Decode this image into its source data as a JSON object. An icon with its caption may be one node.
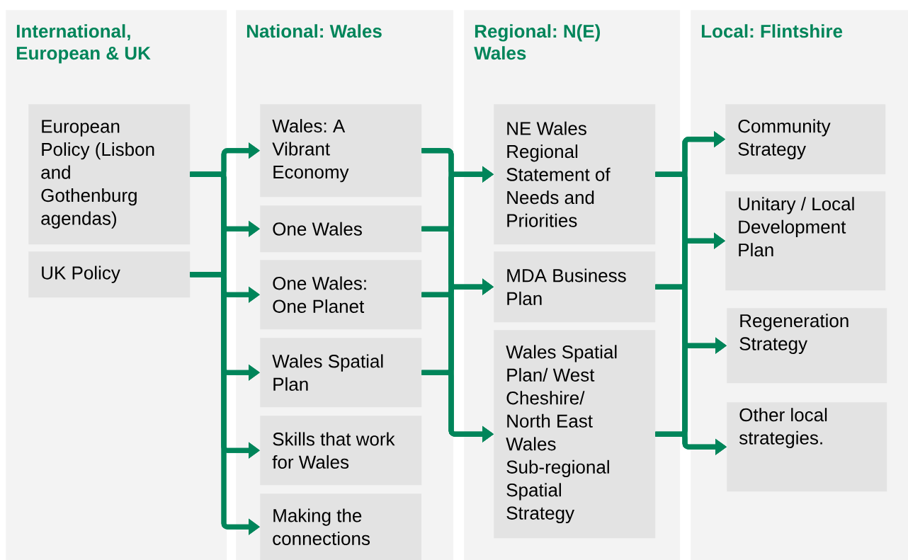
{
  "diagram": {
    "nodes": [
      {
        "text": [
          "International, European & UK"
        ]
      },
      {
        "text": [
          "European Policy (Lisbon and Gothenburg agendas)"
        ],
        "in": 0
      },
      {
        "text": [
          "UK Policy"
        ],
        "in": 0
      },
      {
        "text": [
          "National: Wales"
        ]
      },
      {
        "text": [
          "Wales: A Vibrant Economy"
        ],
        "in": 3
      },
      {
        "text": [
          "One Wales"
        ],
        "in": 3
      },
      {
        "text": [
          "One Wales: One Planet"
        ],
        "in": 3
      },
      {
        "text": [
          "Wales Spatial Plan"
        ],
        "in": 3
      },
      {
        "text": [
          "Skills that work for Wales"
        ],
        "in": 3
      },
      {
        "text": [
          "Making the connections"
        ],
        "in": 3
      },
      {
        "text": [
          "Regional: N(E) Wales"
        ]
      },
      {
        "text": [
          "NE Wales Regional Statement of Needs and Priorities"
        ],
        "in": 10
      },
      {
        "text": [
          "MDA Business Plan"
        ],
        "in": 10
      },
      {
        "text": [
          "Wales Spatial Plan/ West Cheshire/ North East Wales Sub-regional Spatial Strategy"
        ],
        "in": 10
      },
      {
        "text": [
          "Local: Flintshire"
        ]
      },
      {
        "text": [
          "Community Strategy"
        ],
        "in": 14
      },
      {
        "text": [
          "Unitary / Local Development Plan"
        ],
        "in": 14
      },
      {
        "text": [
          "Regeneration Strategy"
        ],
        "in": 14
      },
      {
        "text": [
          "Other local strategies."
        ],
        "in": 14
      }
    ],
    "edges": [
      {
        "from": 1,
        "to": 4,
        "arrow": "to"
      },
      {
        "from": 1,
        "to": 5,
        "arrow": "to"
      },
      {
        "from": 1,
        "to": 6,
        "arrow": "to"
      },
      {
        "from": 1,
        "to": 7,
        "arrow": "to"
      },
      {
        "from": 1,
        "to": 8,
        "arrow": "to"
      },
      {
        "from": 1,
        "to": 9,
        "arrow": "to"
      },
      {
        "from": 2,
        "to": 4,
        "arrow": "to"
      },
      {
        "from": 2,
        "to": 5,
        "arrow": "to"
      },
      {
        "from": 2,
        "to": 6,
        "arrow": "to"
      },
      {
        "from": 2,
        "to": 7,
        "arrow": "to"
      },
      {
        "from": 2,
        "to": 8,
        "arrow": "to"
      },
      {
        "from": 2,
        "to": 9,
        "arrow": "to"
      },
      {
        "from": 4,
        "to": 11,
        "arrow": "to"
      },
      {
        "from": 4,
        "to": 12,
        "arrow": "to"
      },
      {
        "from": 4,
        "to": 13,
        "arrow": "to"
      },
      {
        "from": 5,
        "to": 11,
        "arrow": "to"
      },
      {
        "from": 5,
        "to": 12,
        "arrow": "to"
      },
      {
        "from": 5,
        "to": 13,
        "arrow": "to"
      },
      {
        "from": 6,
        "to": 11,
        "arrow": "to"
      },
      {
        "from": 6,
        "to": 12,
        "arrow": "to"
      },
      {
        "from": 6,
        "to": 13,
        "arrow": "to"
      },
      {
        "from": 7,
        "to": 11,
        "arrow": "to"
      },
      {
        "from": 7,
        "to": 12,
        "arrow": "to"
      },
      {
        "from": 7,
        "to": 13,
        "arrow": "to"
      },
      {
        "from": 11,
        "to": 15,
        "arrow": "to"
      },
      {
        "from": 11,
        "to": 16,
        "arrow": "to"
      },
      {
        "from": 11,
        "to": 17,
        "arrow": "to"
      },
      {
        "from": 11,
        "to": 18,
        "arrow": "to"
      },
      {
        "from": 12,
        "to": 15,
        "arrow": "to"
      },
      {
        "from": 12,
        "to": 16,
        "arrow": "to"
      },
      {
        "from": 12,
        "to": 17,
        "arrow": "to"
      },
      {
        "from": 12,
        "to": 18,
        "arrow": "to"
      },
      {
        "from": 13,
        "to": 15,
        "arrow": "to"
      },
      {
        "from": 13,
        "to": 16,
        "arrow": "to"
      },
      {
        "from": 13,
        "to": 17,
        "arrow": "to"
      },
      {
        "from": 13,
        "to": 18,
        "arrow": "to"
      }
    ]
  }
}
